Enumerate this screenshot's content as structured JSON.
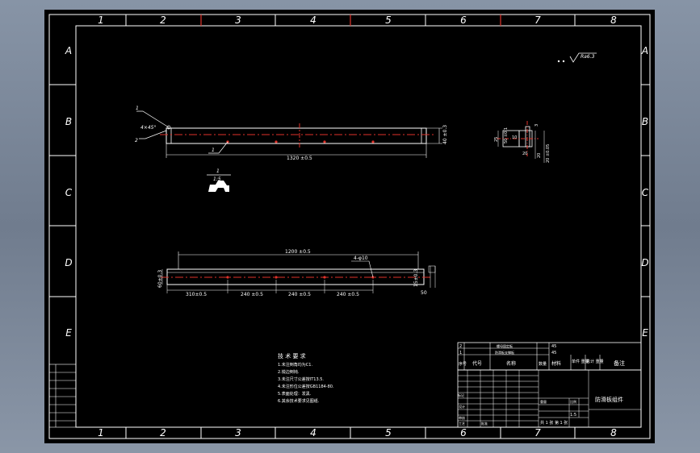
{
  "grid": {
    "columns": [
      "1",
      "2",
      "3",
      "4",
      "5",
      "6",
      "7",
      "8"
    ],
    "rows": [
      "A",
      "B",
      "C",
      "D",
      "E"
    ]
  },
  "roughness": "Ra6.3",
  "views": {
    "front": {
      "length_dim": "1320 ±0.5",
      "height_dim": "40 ±0.3",
      "angle_callout": "4×45°",
      "leader_labels": [
        "1",
        "2",
        "1"
      ]
    },
    "detail": {
      "scale_top": "1",
      "scale_bottom": "1:5"
    },
    "side": {
      "dims": [
        "25",
        "50 ±0.1",
        "10",
        "20",
        "20",
        "20 ±0.05",
        "3"
      ]
    },
    "bottom": {
      "overall_dim": "1200 ±0.5",
      "hole_callout": "4-φ10",
      "segment_dims": [
        "310±0.5",
        "240 ±0.5",
        "240 ±0.5",
        "240 ±0.5"
      ],
      "left_dim": "60±0.3",
      "right_dims": [
        "15±0.3",
        "50"
      ]
    }
  },
  "notes": {
    "title": "技 术 要 求",
    "lines": [
      "1.未注倒角均为C1.",
      "2.锐边倒钝.",
      "3.未注尺寸公差按IT13.5.",
      "4.未注形位公差按GB1184-80.",
      "5.表面处理：发黑.",
      "6.其余技术要求见图纸."
    ]
  },
  "bom": {
    "rows": [
      {
        "no": "2",
        "name": "螺母固定板",
        "material": "45"
      },
      {
        "no": "1",
        "name": "防滑板支撑板",
        "material": "45"
      }
    ],
    "headers": [
      "序号",
      "代号",
      "名称",
      "数量",
      "材料",
      "单件 重量",
      "总计 重量",
      "备注"
    ]
  },
  "title_block": {
    "drawing_name": "防滑板组件",
    "scale": "1:5",
    "sheet": "共 1 张 第 1 张",
    "labels": [
      "标记",
      "设计",
      "审核",
      "工艺",
      "批准",
      "比例",
      "重量"
    ]
  }
}
